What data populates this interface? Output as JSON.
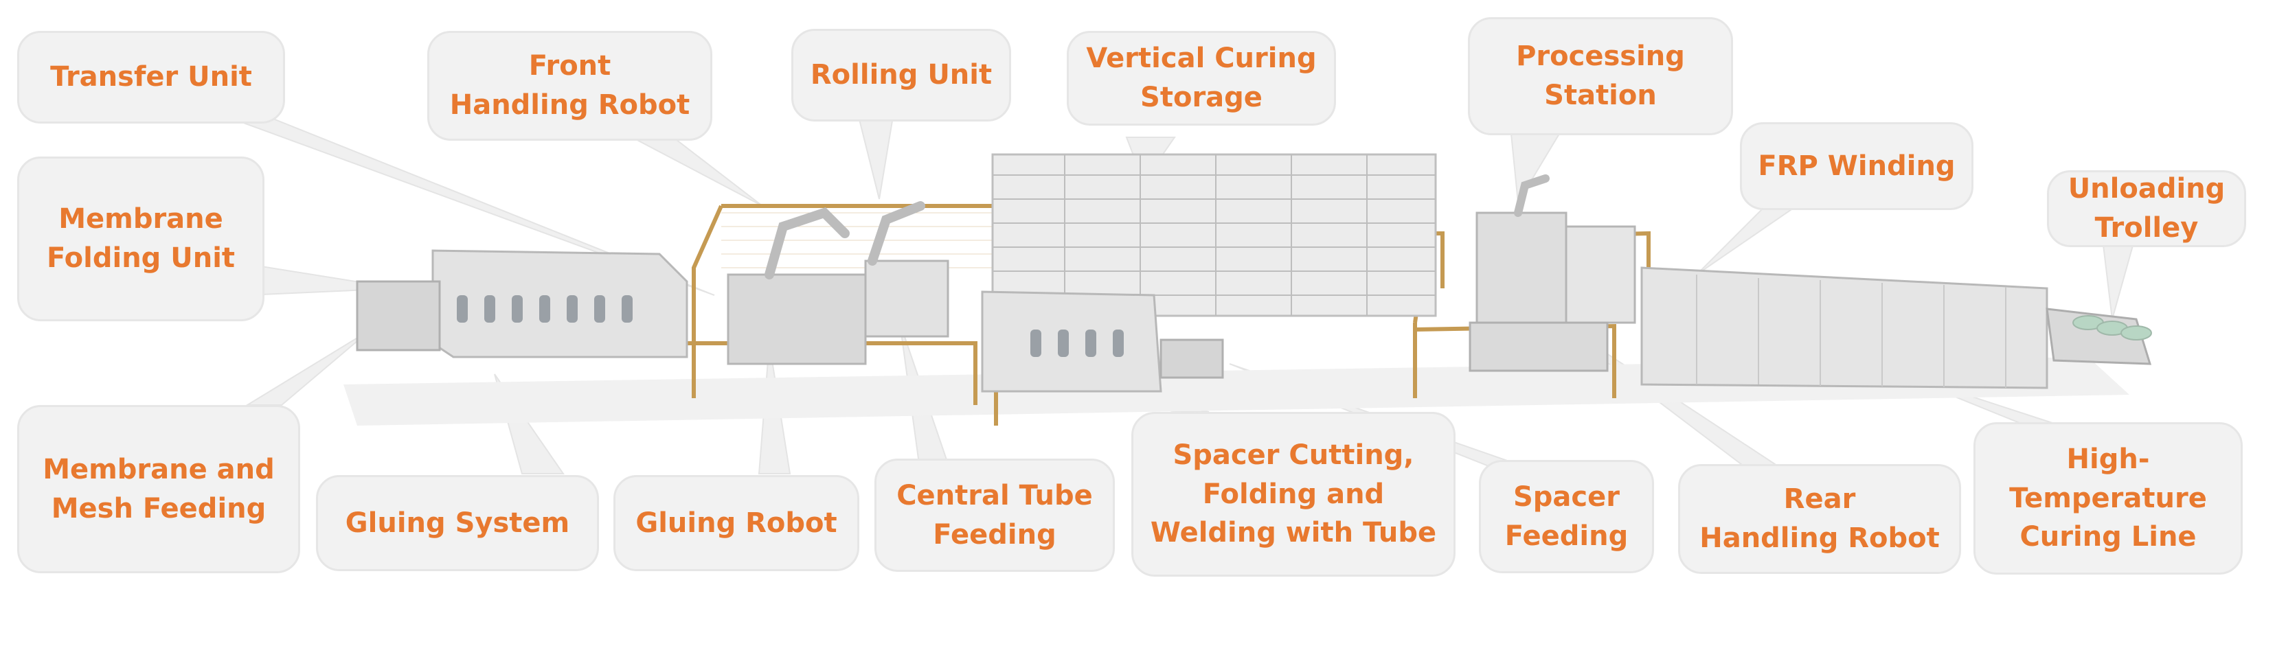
{
  "colors": {
    "label_text": "#e8792f",
    "callout_fill": "#f2f2f2",
    "callout_border": "#e6e6e6",
    "fence": "#c59a52",
    "machine": "#dcdcdc"
  },
  "callouts": {
    "transfer_unit": "Transfer Unit",
    "front_handling_robot": "Front\nHandling Robot",
    "rolling_unit": "Rolling Unit",
    "vertical_curing_storage": "Vertical Curing\nStorage",
    "processing_station": "Processing\nStation",
    "frp_winding": "FRP Winding",
    "unloading_trolley": "Unloading\nTrolley",
    "membrane_folding_unit": "Membrane\nFolding Unit",
    "membrane_and_mesh_feeding": "Membrane and\nMesh Feeding",
    "gluing_system": "Gluing System",
    "gluing_robot": "Gluing Robot",
    "central_tube_feeding": "Central Tube\nFeeding",
    "spacer_cutting": "Spacer Cutting,\nFolding and\nWelding with Tube",
    "spacer_feeding": "Spacer\nFeeding",
    "rear_handling_robot": "Rear\nHandling Robot",
    "high_temperature_curing_line": "High-\nTemperature\nCuring Line"
  }
}
